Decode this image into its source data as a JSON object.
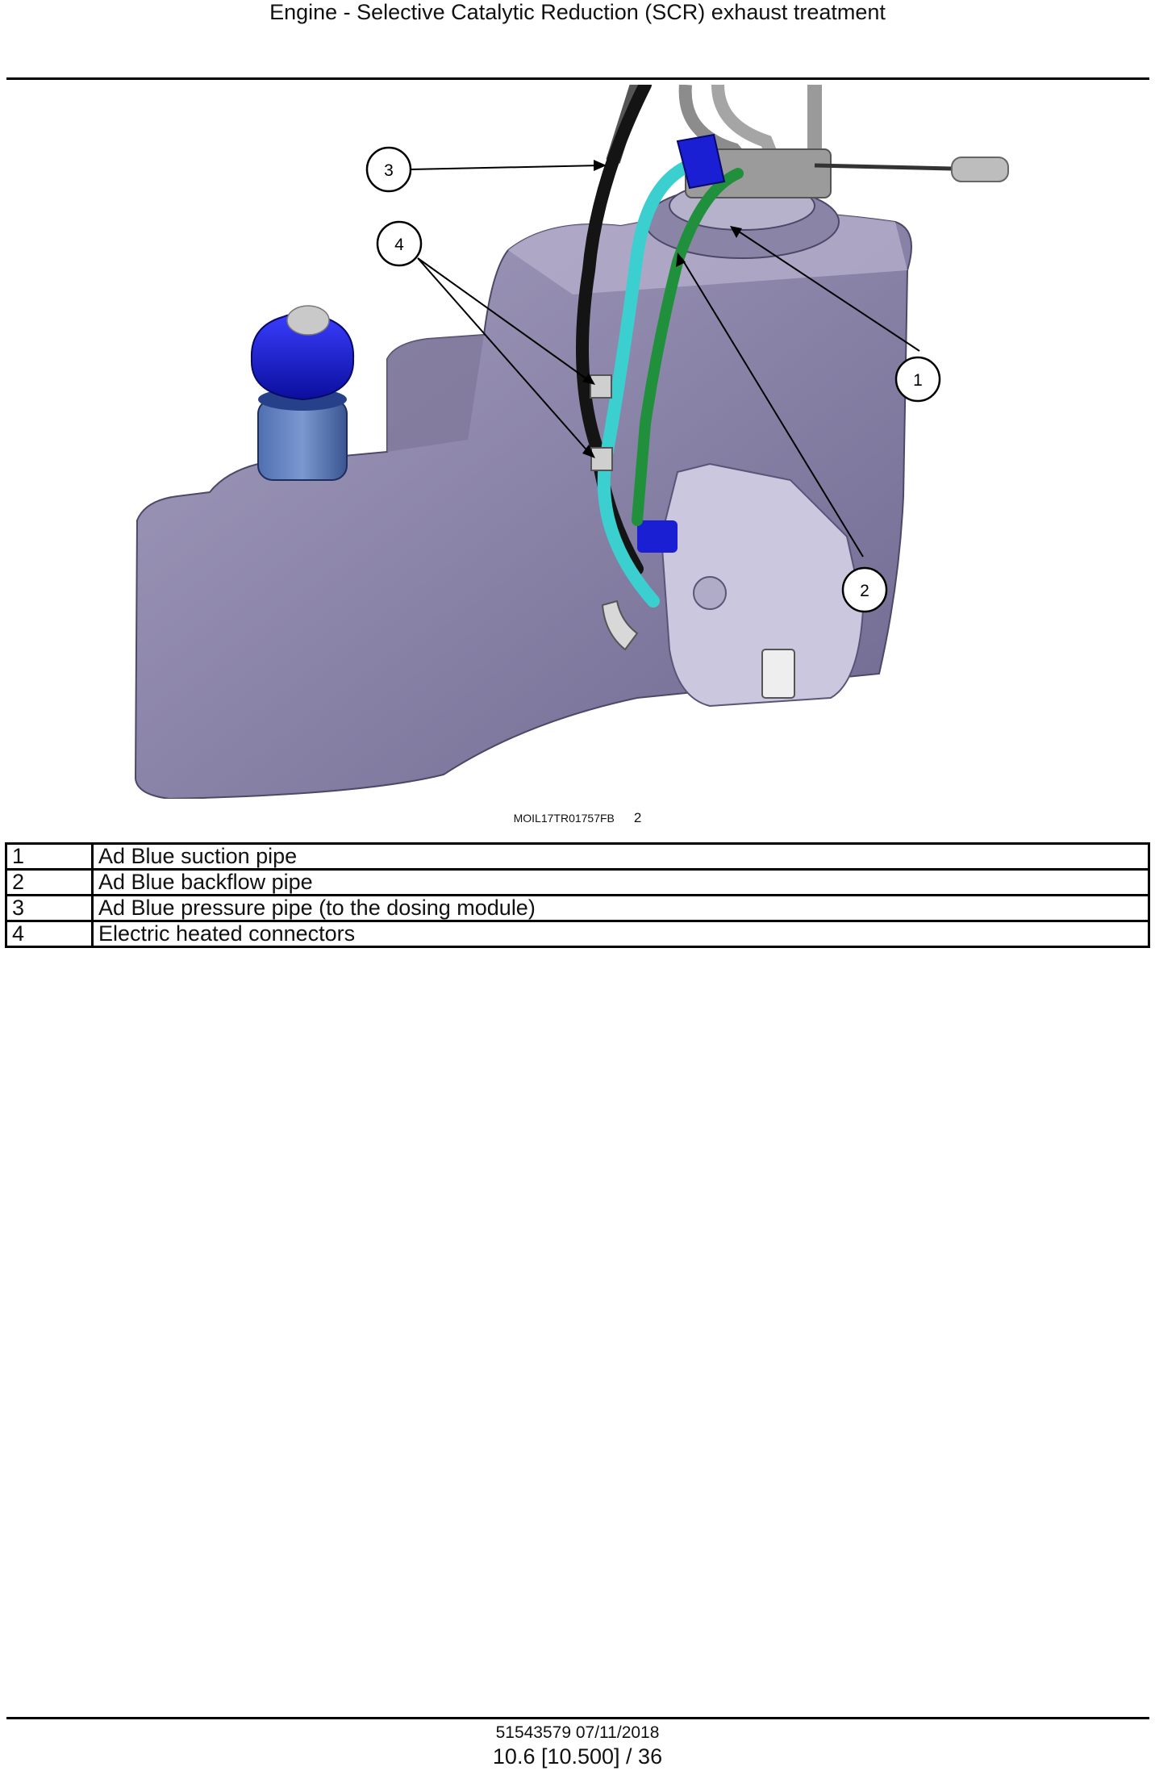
{
  "header": {
    "title": "Engine - Selective Catalytic Reduction (SCR) exhaust treatment"
  },
  "figure": {
    "id": "MOIL17TR01757FB",
    "number": "2",
    "callouts": [
      "1",
      "2",
      "3",
      "4"
    ],
    "colors": {
      "tank": "#8e86aa",
      "cap_blue": "#1b1fd4",
      "cyan_pipe": "#38cfcf",
      "green_pipe": "#1e8f3a",
      "black_pipe": "#1a1a1a",
      "module": "#c9c5dc"
    }
  },
  "legend": {
    "rows": [
      {
        "num": "1",
        "text": "Ad Blue suction pipe"
      },
      {
        "num": "2",
        "text": "Ad Blue backflow pipe"
      },
      {
        "num": "3",
        "text": "Ad Blue pressure pipe (to the dosing module)"
      },
      {
        "num": "4",
        "text": "Electric heated connectors"
      }
    ]
  },
  "footer": {
    "doc": "51543579 07/11/2018",
    "page": "10.6 [10.500] / 36"
  }
}
